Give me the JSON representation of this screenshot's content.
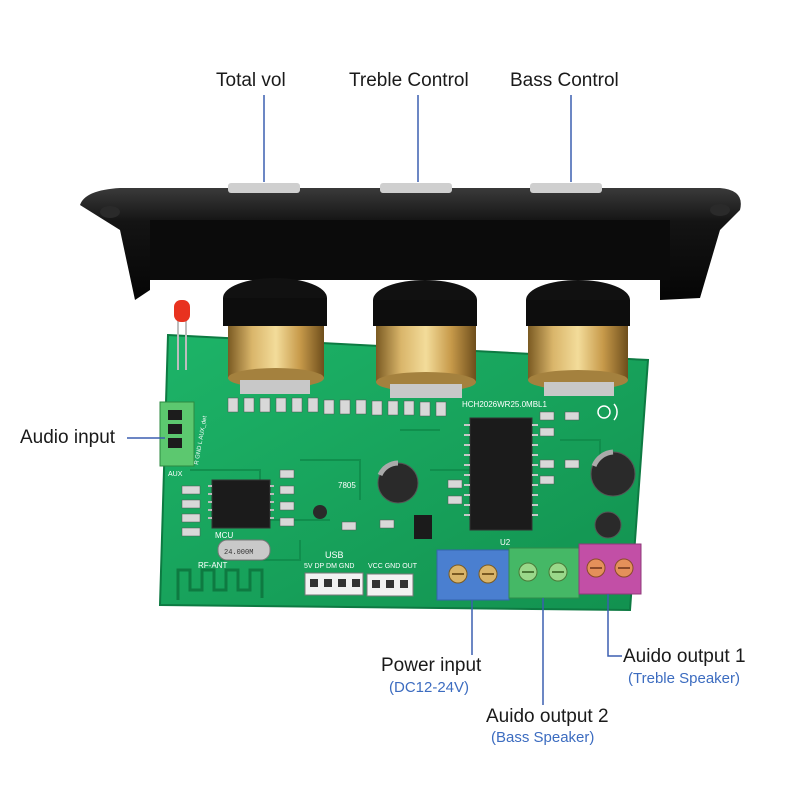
{
  "labels": {
    "total_vol": "Total vol",
    "treble_control": "Treble Control",
    "bass_control": "Bass Control",
    "audio_input": "Audio input",
    "power_input": "Power input",
    "power_input_spec": "(DC12-24V)",
    "audio_output_1": "Auido output 1",
    "audio_output_1_spec": "(Treble Speaker)",
    "audio_output_2": "Auido output 2",
    "audio_output_2_spec": "(Bass Speaker)"
  },
  "pcb_text": {
    "usb": "USB",
    "aux": "AUX",
    "mcu": "MCU",
    "rf_ant": "RF-ANT",
    "u2": "U2",
    "regulator": "7805",
    "crystal": "24.000M",
    "model": "HCH2026WR25.0MBL1",
    "usb_pins": "5V DP DM GND",
    "power_pins": "VCC GND OUT",
    "aux_pins": "R GND L AUX_det"
  },
  "colors": {
    "pcb": "#16a05a",
    "leader_line": "#3b5fb0",
    "power_terminal": "#4a7fd0",
    "bass_terminal": "#45b866",
    "treble_terminal": "#c24fa6",
    "spec_text": "#3c6cc0"
  }
}
